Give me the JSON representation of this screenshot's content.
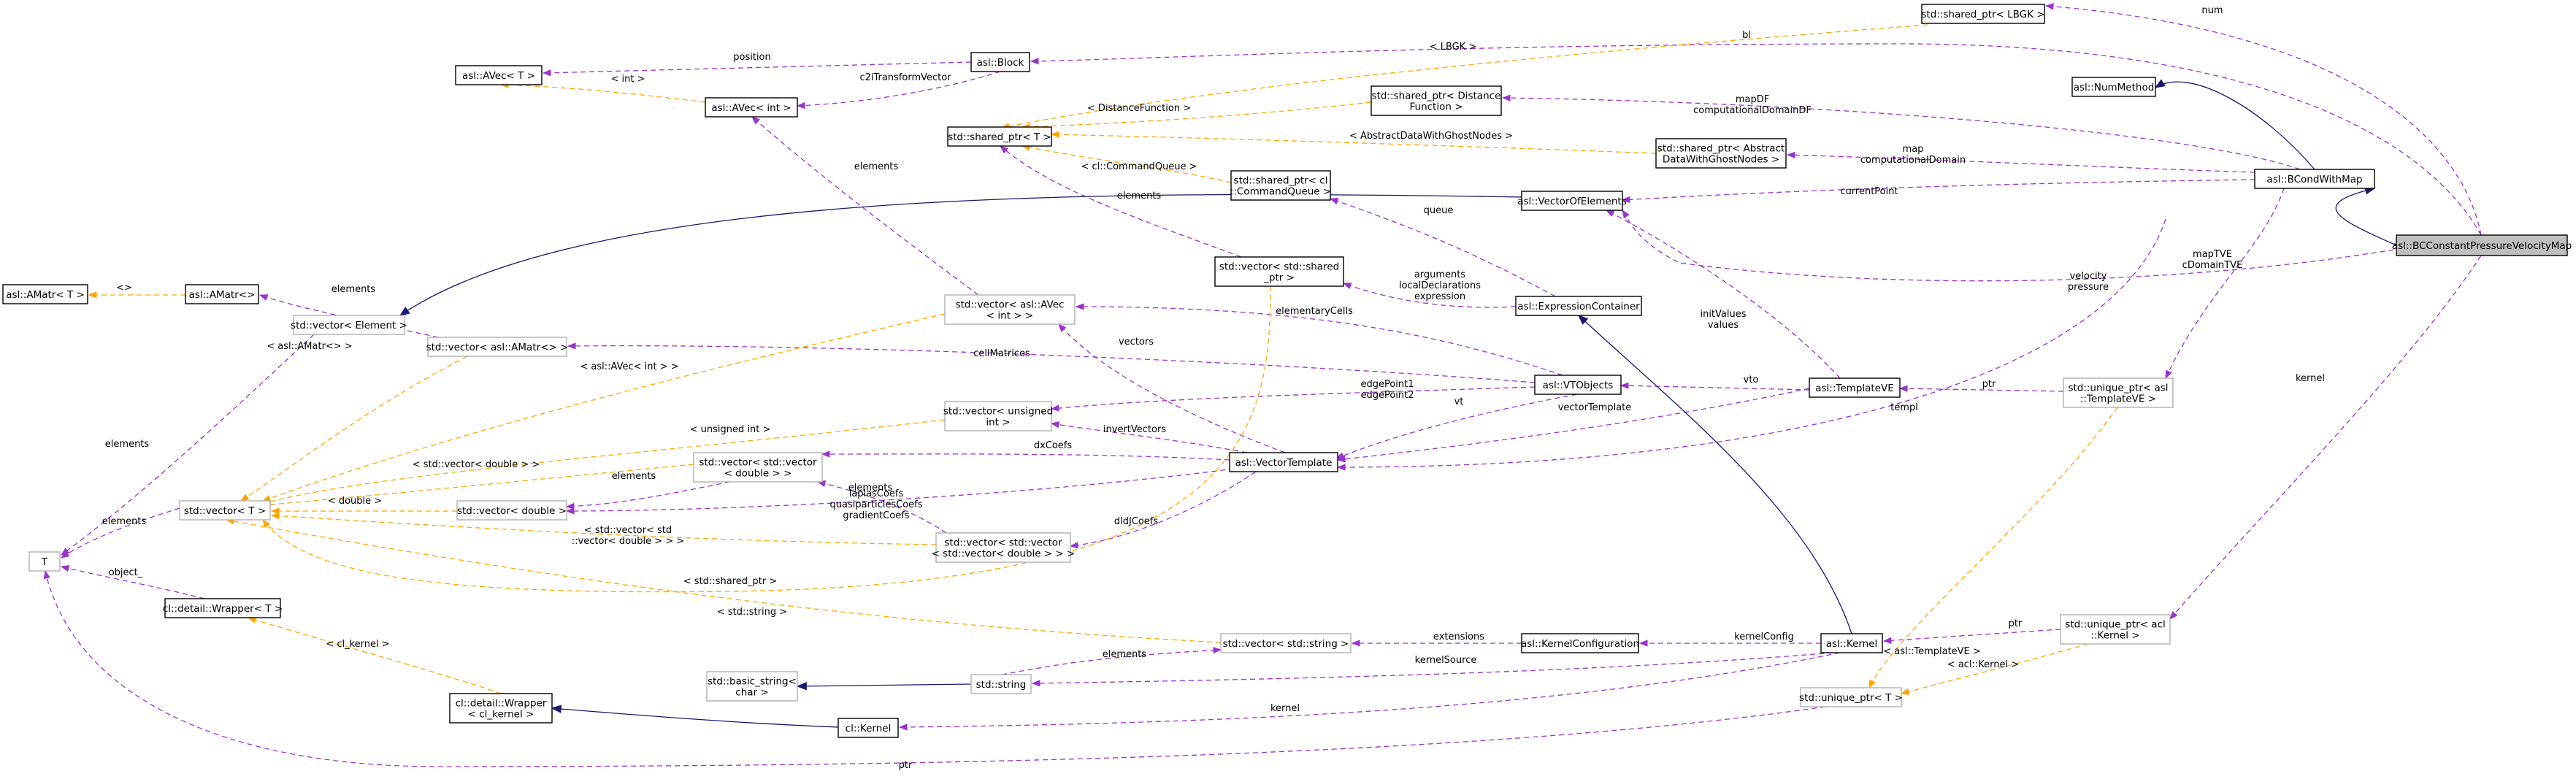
{
  "diagram": {
    "colors": {
      "usage_edge": "#9a32cd",
      "template_edge": "#ffa500",
      "inheritance_edge": "#191970",
      "highlight_fill": "#bfbfbf",
      "node_border": "#000000",
      "ghost_border": "#b0b0b0"
    },
    "nodes": {
      "bc": {
        "lines": [
          "asl::BCConstantPressureVelocityMap"
        ]
      },
      "bcondwithmap": {
        "lines": [
          "asl::BCondWithMap"
        ]
      },
      "numMethod": {
        "lines": [
          "asl::NumMethod"
        ]
      },
      "sharedLBGK": {
        "lines": [
          "std::shared_ptr< LBGK >"
        ]
      },
      "sharedDF": {
        "lines": [
          "std::shared_ptr< Distance",
          "Function >"
        ]
      },
      "sharedADWGN": {
        "lines": [
          "std::shared_ptr< Abstract",
          "DataWithGhostNodes >"
        ]
      },
      "block": {
        "lines": [
          "asl::Block"
        ]
      },
      "avecT": {
        "lines": [
          "asl::AVec< T >"
        ]
      },
      "avecInt": {
        "lines": [
          "asl::AVec< int >"
        ]
      },
      "sharedT": {
        "lines": [
          "std::shared_ptr< T >"
        ]
      },
      "sharedCQ": {
        "lines": [
          "std::shared_ptr< cl",
          "::CommandQueue >"
        ]
      },
      "voe": {
        "lines": [
          "asl::VectorOfElements"
        ]
      },
      "vecSharedPtr": {
        "lines": [
          "std::vector< std::shared",
          "_ptr >"
        ]
      },
      "exprContainer": {
        "lines": [
          "asl::ExpressionContainer"
        ]
      },
      "amatT": {
        "lines": [
          "asl::AMatr< T >"
        ]
      },
      "amat": {
        "lines": [
          "asl::AMatr<>"
        ]
      },
      "vecElement": {
        "lines": [
          "std::vector< Element >"
        ]
      },
      "vecAmat": {
        "lines": [
          "std::vector< asl::AMatr<> >"
        ]
      },
      "vecAvec": {
        "lines": [
          "std::vector< asl::AVec",
          "< int > >"
        ]
      },
      "vtobjects": {
        "lines": [
          "asl::VTObjects"
        ]
      },
      "templateVE": {
        "lines": [
          "asl::TemplateVE"
        ]
      },
      "uniqTemplateVE": {
        "lines": [
          "std::unique_ptr< asl",
          "::TemplateVE >"
        ]
      },
      "vecUint": {
        "lines": [
          "std::vector< unsigned",
          "int >"
        ]
      },
      "vecVecDouble": {
        "lines": [
          "std::vector< std::vector",
          "< double > >"
        ]
      },
      "vectorTemplate": {
        "lines": [
          "asl::VectorTemplate"
        ]
      },
      "vecT": {
        "lines": [
          "std::vector< T >"
        ]
      },
      "vecDouble": {
        "lines": [
          "std::vector< double >"
        ]
      },
      "vecVecVec": {
        "lines": [
          "std::vector< std::vector",
          "< std::vector< double > > >"
        ]
      },
      "T": {
        "lines": [
          "T"
        ]
      },
      "wrapperT": {
        "lines": [
          "cl::detail::Wrapper< T >"
        ]
      },
      "vecString": {
        "lines": [
          "std::vector< std::string >"
        ]
      },
      "kernelConfig": {
        "lines": [
          "asl::KernelConfiguration"
        ]
      },
      "aslKernel": {
        "lines": [
          "asl::Kernel"
        ]
      },
      "uniqKernel": {
        "lines": [
          "std::unique_ptr< acl",
          "::Kernel >"
        ]
      },
      "basicString": {
        "lines": [
          "std::basic_string<",
          "char >"
        ]
      },
      "stdString": {
        "lines": [
          "std::string"
        ]
      },
      "wrapperKernel": {
        "lines": [
          "cl::detail::Wrapper",
          "< cl_kernel >"
        ]
      },
      "clKernel": {
        "lines": [
          "cl::Kernel"
        ]
      },
      "uniqT": {
        "lines": [
          "std::unique_ptr< T >"
        ]
      }
    },
    "edge_labels": {
      "num": [
        "num"
      ],
      "bl": [
        "bl"
      ],
      "lbgk": [
        "< LBGK >"
      ],
      "position": [
        "position"
      ],
      "c2i": [
        "c2iTransformVector"
      ],
      "avecIntTmpl": [
        "< int >"
      ],
      "dfTmpl": [
        "< DistanceFunction >"
      ],
      "mapDF": [
        "mapDF",
        "computationalDomainDF"
      ],
      "adwgnTmpl": [
        "< AbstractDataWithGhostNodes >"
      ],
      "map": [
        "map",
        "computationalDomain"
      ],
      "cqTmpl": [
        "< cl::CommandQueue >"
      ],
      "elementsAvec": [
        "elements"
      ],
      "elementsSharedT": [
        "elements"
      ],
      "currentPoint": [
        "currentPoint"
      ],
      "queue": [
        "queue"
      ],
      "velocity": [
        "velocity",
        "pressure"
      ],
      "arguments": [
        "arguments",
        "localDeclarations",
        "expression"
      ],
      "mapTVE": [
        "mapTVE",
        "cDomainTVE"
      ],
      "initValues": [
        "initValues",
        "values"
      ],
      "elementaryCells": [
        "elementaryCells"
      ],
      "elementsAmat": [
        "elements"
      ],
      "cellMatrices": [
        "cellMatrices"
      ],
      "amatTmpl": [
        "<>"
      ],
      "amatOfT": [
        "< asl::AMatr<> >"
      ],
      "avecOfInt": [
        "< asl::AVec< int > >"
      ],
      "vectors": [
        "vectors"
      ],
      "vto": [
        "vto"
      ],
      "ptrTVE": [
        "ptr"
      ],
      "kernelLbl": [
        "kernel"
      ],
      "edgePoints": [
        "edgePoint1",
        "edgePoint2"
      ],
      "vt": [
        "vt"
      ],
      "vectorTemplateLbl": [
        "vectorTemplate"
      ],
      "templ": [
        "templ"
      ],
      "uintTmpl": [
        "< unsigned int >"
      ],
      "invertVectors": [
        "invertVectors"
      ],
      "dxCoefs": [
        "dxCoefs"
      ],
      "vecDoubleTmpl": [
        "< std::vector< double > >"
      ],
      "elementsVVD": [
        "elements"
      ],
      "doubleTmpl": [
        "< double >"
      ],
      "laplas": [
        "laplasCoefs",
        "quasiparticlesCoefs",
        "gradientCoefs"
      ],
      "elementsVVV": [
        "elements"
      ],
      "vvdTmpl": [
        "< std::vector< std",
        "::vector< double > > >"
      ],
      "dlcoefs": [
        "dldJCoefs"
      ],
      "sharedPtrTmpl": [
        "< std::shared_ptr >"
      ],
      "elementsVecEl": [
        "elements"
      ],
      "elementsVecT": [
        "elements"
      ],
      "objectLbl": [
        "object_"
      ],
      "stringTmpl": [
        "< std::string >"
      ],
      "clKernelTmpl": [
        "< cl_kernel >"
      ],
      "extensions": [
        "extensions"
      ],
      "elementsStr": [
        "elements"
      ],
      "kernelConfigLbl": [
        "kernelConfig"
      ],
      "kernelSource": [
        "kernelSource"
      ],
      "ptrKernel": [
        "ptr"
      ],
      "tveTmpl": [
        "< asl::TemplateVE >"
      ],
      "aclKernelTmpl": [
        "< acl::Kernel >"
      ],
      "kernelClLbl": [
        "kernel"
      ],
      "ptrT": [
        "ptr"
      ]
    }
  }
}
